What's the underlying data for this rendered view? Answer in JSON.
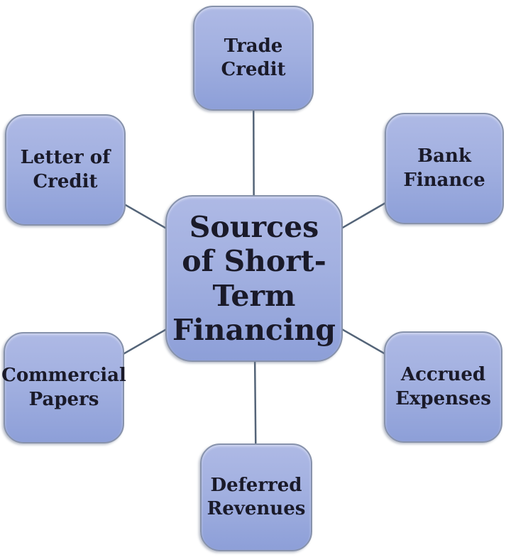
{
  "diagram": {
    "type": "radial-mind-map",
    "title": "Sources of Short-Term Financing",
    "center": {
      "id": "sources-of-short-term-financing",
      "label": "Sources\nof Short-\nTerm\nFinancing"
    },
    "nodes": [
      {
        "id": "trade-credit",
        "label": "Trade\nCredit",
        "position": "top"
      },
      {
        "id": "bank-finance",
        "label": "Bank\nFinance",
        "position": "top-right"
      },
      {
        "id": "letter-of-credit",
        "label": "Letter of\nCredit",
        "position": "top-left"
      },
      {
        "id": "accrued-expenses",
        "label": "Accrued\nExpenses",
        "position": "bottom-right"
      },
      {
        "id": "commercial-papers",
        "label": "Commercial\nPapers",
        "position": "bottom-left"
      },
      {
        "id": "deferred-revenues",
        "label": "Deferred\nRevenues",
        "position": "bottom"
      }
    ],
    "connectors": [
      {
        "from": "sources-of-short-term-financing",
        "to": "trade-credit"
      },
      {
        "from": "sources-of-short-term-financing",
        "to": "bank-finance"
      },
      {
        "from": "sources-of-short-term-financing",
        "to": "letter-of-credit"
      },
      {
        "from": "sources-of-short-term-financing",
        "to": "accrued-expenses"
      },
      {
        "from": "sources-of-short-term-financing",
        "to": "commercial-papers"
      },
      {
        "from": "sources-of-short-term-financing",
        "to": "deferred-revenues"
      }
    ],
    "colors": {
      "background": "#ffffff",
      "node_fill_top": "#aeb9e5",
      "node_fill_bottom": "#8d9fd8",
      "node_border": "#8792ab",
      "connector": "#546478",
      "text": "#1a1a29"
    }
  }
}
